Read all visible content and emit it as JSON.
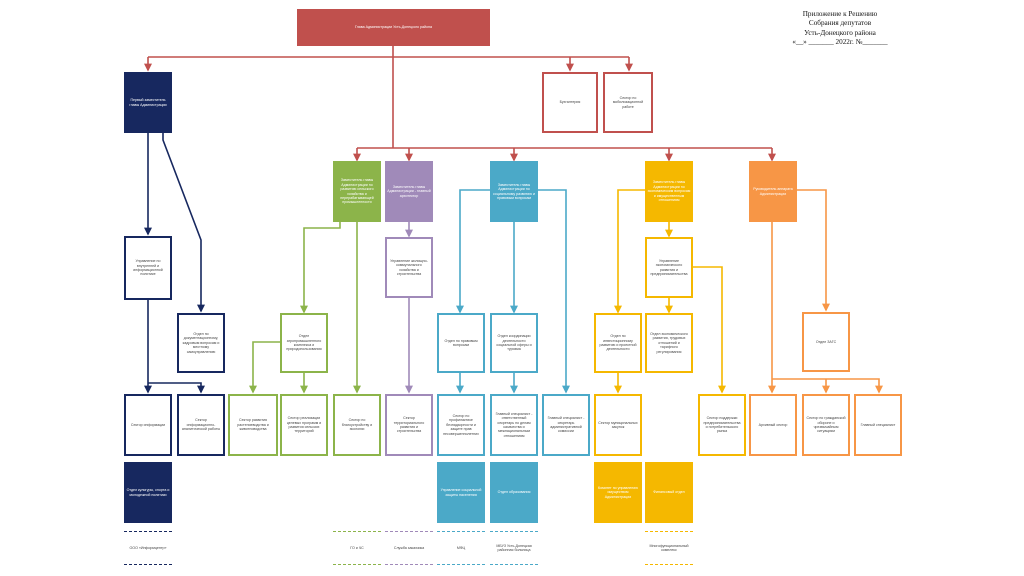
{
  "appendix": {
    "line1": "Приложение к Решению",
    "line2": "Собрания депутатов",
    "line3": "Усть-Донецкого района",
    "line4": "«__» _______ 2022г. №_______"
  },
  "colors": {
    "head": "#c0504d",
    "first_deputy": "#17285f",
    "green": "#8cb44a",
    "purple": "#a08ab9",
    "teal": "#4ba9c8",
    "yellow": "#f5b800",
    "orange": "#f79646"
  },
  "boxes": {
    "head": "Глава Администрации Усть-Донецкого района",
    "accounting": "Бухгалтерия",
    "mobilization": "Сектор по мобилизационной работе",
    "first_deputy": "Первый заместитель главы Администрации",
    "dep_agriculture": "Заместитель главы Администрации по развитию сельского хозяйства и перерабатывающей промышленности",
    "dep_construction": "Заместитель главы Администрации - главный архитектор",
    "dep_social": "Заместитель главы Администрации по социальному развитию и правовым вопросам",
    "dep_economy": "Заместитель главы Администрации по экономическим вопросам и имущественным отношениям",
    "chief_of_staff": "Руководитель аппарата Администрации",
    "internal_policy": "Управление по внутренней и информационной политике",
    "doc_department": "Отдел по документационному, кадровым вопросам и местному самоуправлению",
    "agro_department": "Отдел агропромышленного комплекса и природопользования",
    "housing_department": "Управление жилищно-коммунального хозяйства и строительства",
    "legal_department": "Отдел по правовым вопросам",
    "social_department": "Отдел координации деятельности социальной сферы и туризма",
    "invest_department": "Отдел по инвестиционному развитию и проектной деятельности",
    "economy_department": "Управление экономического развития и предпринимательства",
    "labor_department": "Отдел экономического развития, трудовых отношений и тарифного регулирования",
    "zags": "Отдел ЗАГС",
    "info_sector": "Сектор информации",
    "it_sector": "Сектор информационно-аналитической работы",
    "crop_sector": "Сектор развития растениеводства и животноводства",
    "program_sector": "Сектор реализации целевых программ и развития сельских территорий",
    "safety_sector": "Сектор по благоустройству и экологии",
    "territory_sector": "Сектор территориального развития и строительства",
    "minors_sector": "Сектор по профилактике безнадзорности и защите прав несовершеннолетних",
    "cossack_specialist": "Главный специалист - ответственный секретарь по делам казачества и межнациональным отношениям",
    "lead_specialist": "Главный специалист - секретарь административной комиссии",
    "municipal_sector": "Сектор муниципальных закупок",
    "business_sector": "Сектор поддержки предпринимательства и потребительского рынка",
    "archive_sector": "Архивный сектор",
    "civil_defense_sector": "Сектор по гражданской обороне и чрезвычайным ситуациям",
    "chief_specialist": "Главный специалист",
    "culture_department": "Отдел культуры, спорта и молодежной политики",
    "social_protection": "Управление социальной защиты населения",
    "education_department": "Отдел образования",
    "property_committee": "Комитет по управлению имуществом Администрации",
    "finance_department": "Финансовый отдел",
    "ooo_informcenter": "ООО «Информцентр»",
    "go_chs": "ГО и ЧС",
    "rescue_service": "Служба заказчика",
    "mfc": "МФЦ",
    "hospital": "МБУЗ Усть-Донецкая районная больница",
    "multifunctional_center": "Многофункциональный комплекс"
  }
}
